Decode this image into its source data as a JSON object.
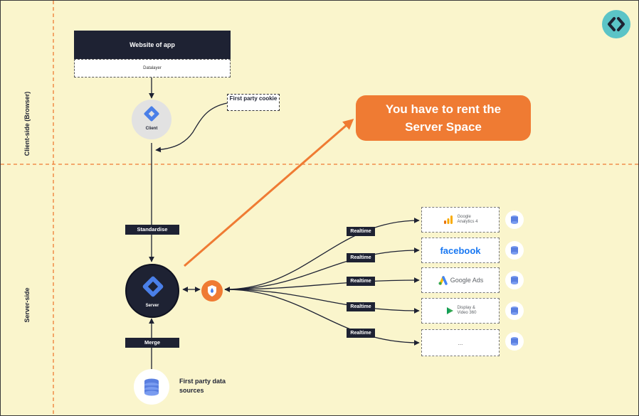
{
  "sections": {
    "client_side": "Client-side (Browser)",
    "server_side": "Server-side"
  },
  "website": {
    "title": "Website of app",
    "datalayer": "Datalayer"
  },
  "client": {
    "label": "Client"
  },
  "cookie": {
    "label": "First party cookie"
  },
  "callout": {
    "text": "You have to rent the Server Space",
    "color": "#ef7b33"
  },
  "standardise": "Standardise",
  "server": {
    "label": "Server"
  },
  "merge": "Merge",
  "sources": {
    "label": "First party data sources"
  },
  "realtime_label": "Realtime",
  "destinations": [
    {
      "name": "google-analytics-4",
      "line1": "Google",
      "line2": "Analytics 4"
    },
    {
      "name": "facebook",
      "text": "facebook"
    },
    {
      "name": "google-ads",
      "text": "Google Ads"
    },
    {
      "name": "display-video-360",
      "line1": "Display &",
      "line2": "Video 360"
    },
    {
      "name": "more",
      "text": "..."
    }
  ],
  "colors": {
    "navy": "#1e2233",
    "background": "#faf5cc",
    "orange": "#ef7b33",
    "gtm_blue": "#4a7fe8",
    "facebook_blue": "#1877f2"
  }
}
